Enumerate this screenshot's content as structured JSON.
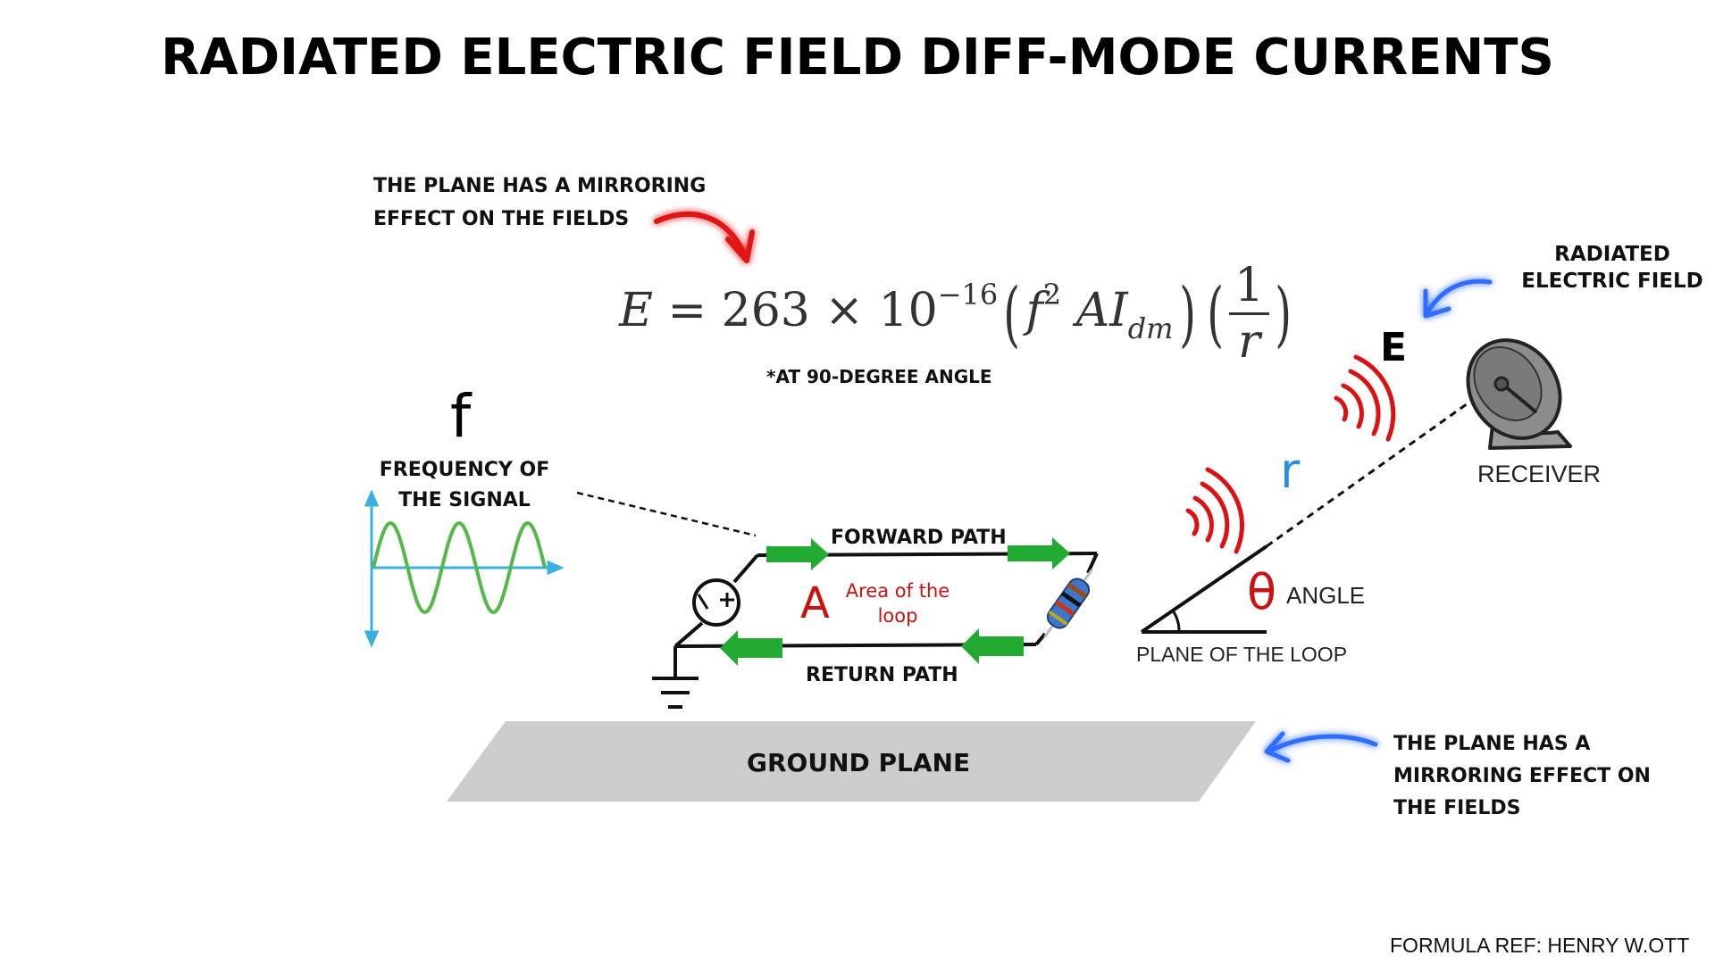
{
  "title": "RADIATED ELECTRIC FIELD DIFF-MODE CURRENTS",
  "notes": {
    "plane_top": "THE PLANE HAS A MIRRORING\nEFFECT ON THE FIELDS",
    "angle_note": "*AT 90-DEGREE ANGLE",
    "radiated": "RADIATED\nELECTRIC FIELD",
    "plane_bottom": "THE PLANE HAS A\nMIRRORING EFFECT ON\nTHE FIELDS",
    "ref": "FORMULA REF: HENRY W.OTT"
  },
  "formula": {
    "lhs": "E",
    "eq": "=",
    "coef": "263",
    "times": "×",
    "base": "10",
    "exp": "−16",
    "f": "f",
    "f_exp": "2",
    "A": "A",
    "I": "I",
    "I_sub": "dm",
    "num": "1",
    "den": "r"
  },
  "signal": {
    "symbol": "f",
    "label": "FREQUENCY OF\nTHE SIGNAL"
  },
  "loop": {
    "forward": "FORWARD PATH",
    "return": "RETURN PATH",
    "area_symbol": "A",
    "area_label": "Area of the\nloop"
  },
  "ground": {
    "label": "GROUND PLANE"
  },
  "geometry": {
    "E": "E",
    "r": "r",
    "theta": "θ",
    "angle": "ANGLE",
    "plane_loop": "PLANE OF THE LOOP",
    "receiver": "RECEIVER"
  },
  "colors": {
    "green_arrow": "#22aa33",
    "sine": "#55b848",
    "axis": "#3ab0e0",
    "red": "#cc1111",
    "blue": "#2a8fe0",
    "neon_blue": "#1f5fff",
    "plane": "#cccccc"
  }
}
